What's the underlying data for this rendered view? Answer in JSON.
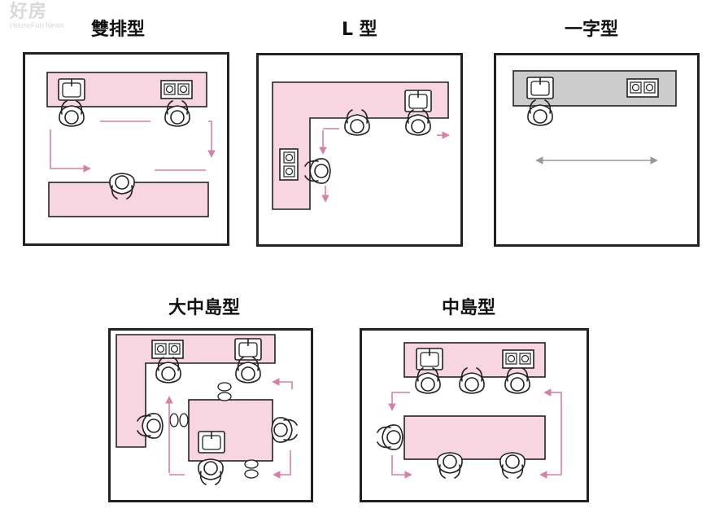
{
  "watermark": {
    "main": "好房",
    "sub": "HouseFun News"
  },
  "layouts": [
    {
      "title": "雙排型"
    },
    {
      "title": "L 型"
    },
    {
      "title": "一字型"
    },
    {
      "title": "大中島型"
    },
    {
      "title": "中島型"
    }
  ],
  "colors": {
    "counter_pink": "#f7d6e1",
    "counter_gray": "#cccccc",
    "arrow_pink": "#d77fa6",
    "arrow_gray": "#999999",
    "stroke": "#222222"
  }
}
